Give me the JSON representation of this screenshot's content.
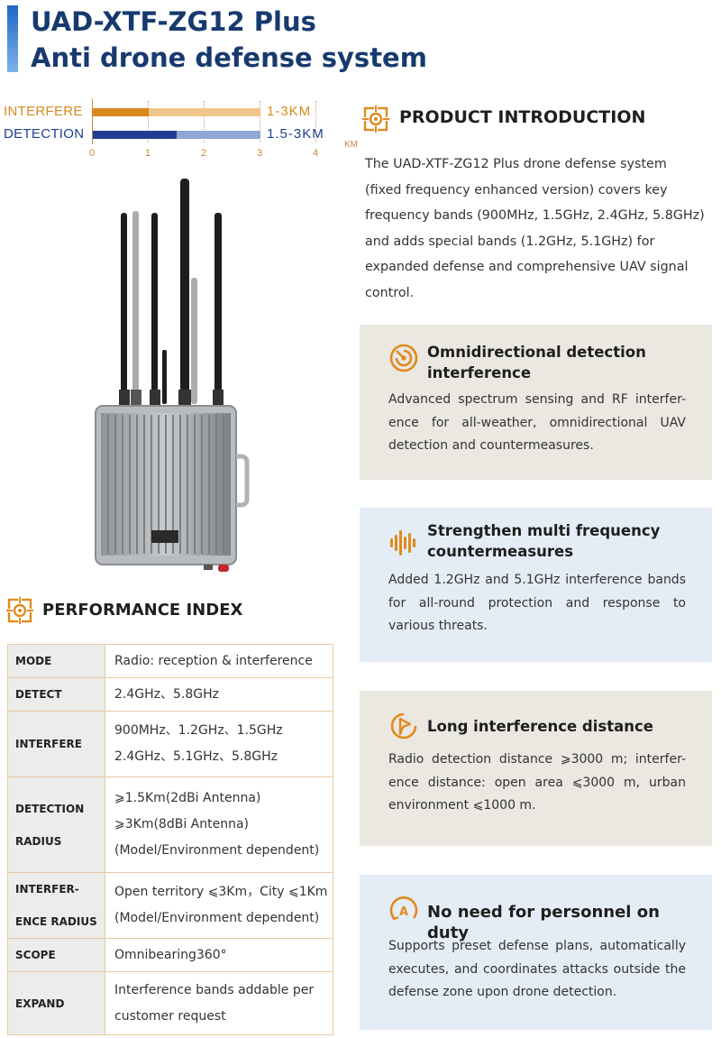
{
  "header": {
    "title_line1": "UAD-XTF-ZG12 Plus",
    "title_line2": "Anti drone defense system"
  },
  "range_chart": {
    "type": "bar",
    "series": [
      {
        "name": "INTERFERE",
        "label": "1-3KM",
        "dark_end_km": 1,
        "light_end_km": 3,
        "color": "#d9891b"
      },
      {
        "name": "DETECTION",
        "label": "1.5-3KM",
        "dark_end_km": 1.5,
        "light_end_km": 3,
        "color": "#1f3e93"
      }
    ],
    "ticks": [
      "0",
      "1",
      "2",
      "3",
      "4"
    ],
    "unit": "KM",
    "xlim": [
      0,
      4
    ]
  },
  "intro": {
    "title": "PRODUCT INTRODUCTION",
    "text": "The UAD-XTF-ZG12 Plus drone defense system (fixed frequency enhanced version) covers key frequency bands (900MHz, 1.5GHz, 2.4GHz, 5.8GHz) and adds special bands (1.2GHz, 5.1GHz) for expanded defense and comprehensive UAV signal control."
  },
  "features": [
    {
      "icon": "radar-icon",
      "title": "Omnidirectional detection interference",
      "text": "Advanced spectrum sensing and RF interfer-ence for all-weather, omnidirectional UAV detection and countermeasures."
    },
    {
      "icon": "soundwave-icon",
      "title": "Strengthen multi frequency countermeasures",
      "text": "Added 1.2GHz and 5.1GHz interference bands for all-round protection and response to various threats."
    },
    {
      "icon": "signal-icon",
      "title": "Long interference distance",
      "text": "Radio detection distance ⩾3000 m; interfer-ence distance: open area ⩽3000 m, urban environment ⩽1000 m."
    },
    {
      "icon": "auto-icon",
      "title": "No need for personnel on duty",
      "text": "Supports preset defense plans, automatically executes, and coordinates attacks outside the defense zone upon drone detection."
    }
  ],
  "performance": {
    "title": "PERFORMANCE INDEX",
    "rows": [
      {
        "k1": "MODE",
        "k2": "",
        "v1": "Radio: reception & interference",
        "v2": "",
        "v3": ""
      },
      {
        "k1": "DETECT",
        "k2": "",
        "v1": "2.4GHz、5.8GHz",
        "v2": "",
        "v3": ""
      },
      {
        "k1": "INTERFERE",
        "k2": "",
        "v1": "900MHz、1.2GHz、1.5GHz",
        "v2": "2.4GHz、5.1GHz、5.8GHz",
        "v3": ""
      },
      {
        "k1": "DETECTION",
        "k2": "RADIUS",
        "v1": "⩾1.5Km(2dBi Antenna)",
        "v2": "⩾3Km(8dBi Antenna)",
        "v3": "(Model/Environment dependent)"
      },
      {
        "k1": "INTERFER-",
        "k2": "ENCE RADIUS",
        "v1": "Open territory ⩽3Km，City ⩽1Km",
        "v2": "(Model/Environment dependent)",
        "v3": ""
      },
      {
        "k1": "SCOPE",
        "k2": "",
        "v1": "Omnibearing360°",
        "v2": "",
        "v3": ""
      },
      {
        "k1": "EXPAND",
        "k2": "",
        "v1": "Interference bands addable per",
        "v2": "customer request",
        "v3": ""
      }
    ]
  }
}
